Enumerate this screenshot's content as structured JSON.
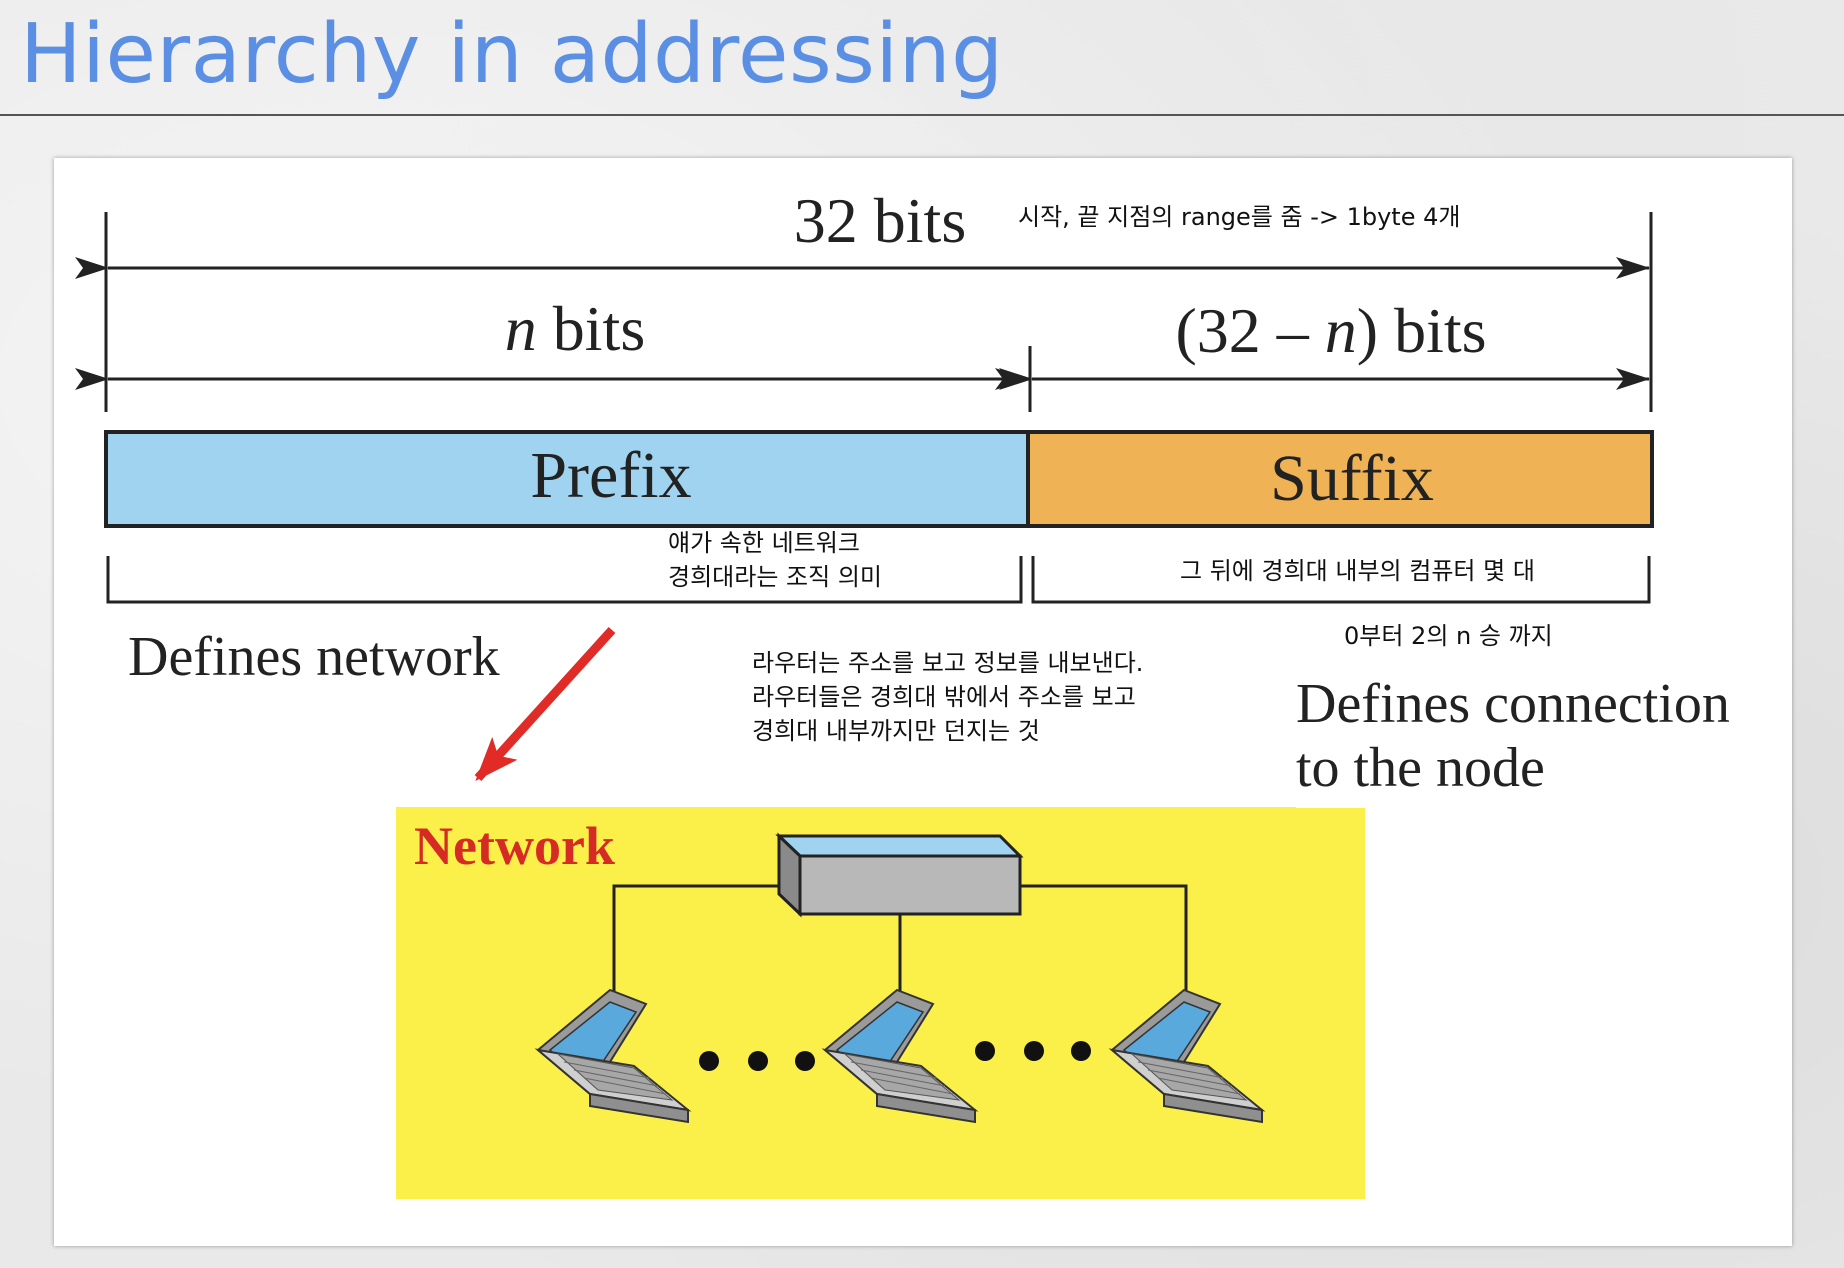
{
  "slide": {
    "title": "Hierarchy in addressing"
  },
  "diagram": {
    "total_bits_label": "32 bits",
    "prefix_bits_var": "n",
    "prefix_bits_unit": "bits",
    "suffix_bits_label": "(32 – n) bits",
    "suffix_bits_pre": "(32 – ",
    "suffix_bits_var": "n",
    "suffix_bits_post": ") bits",
    "prefix_label": "Prefix",
    "suffix_label": "Suffix",
    "prefix_desc": "Defines network",
    "suffix_desc_line1": "Defines connection",
    "suffix_desc_line2": "to the node",
    "network_label": "Network",
    "colors": {
      "prefix_fill": "#9fd3f0",
      "suffix_fill": "#efb356",
      "network_bg": "#fbf049",
      "network_label": "#d62b24",
      "arrow_red": "#e02b26",
      "switch_top": "#9fd3f0",
      "switch_body": "#b8b8b8"
    },
    "icons": [
      "switch-icon",
      "laptop-icon",
      "laptop-icon",
      "laptop-icon",
      "ellipsis-dots",
      "ellipsis-dots"
    ]
  },
  "annotations": {
    "range_note": "시작, 끝 지점의 range를 줌 -> 1byte 4개",
    "prefix_note_line1": "얘가 속한 네트워크",
    "prefix_note_line2": "경희대라는 조직 의미",
    "suffix_note": "그 뒤에 경희대 내부의 컴퓨터 몇 대",
    "suffix_range_note": "0부터 2의 n 승 까지",
    "router_note_line1": "라우터는 주소를 보고 정보를 내보낸다.",
    "router_note_line2": "라우터들은 경희대 밖에서 주소를 보고",
    "router_note_line3": "경희대 내부까지만 던지는 것"
  }
}
